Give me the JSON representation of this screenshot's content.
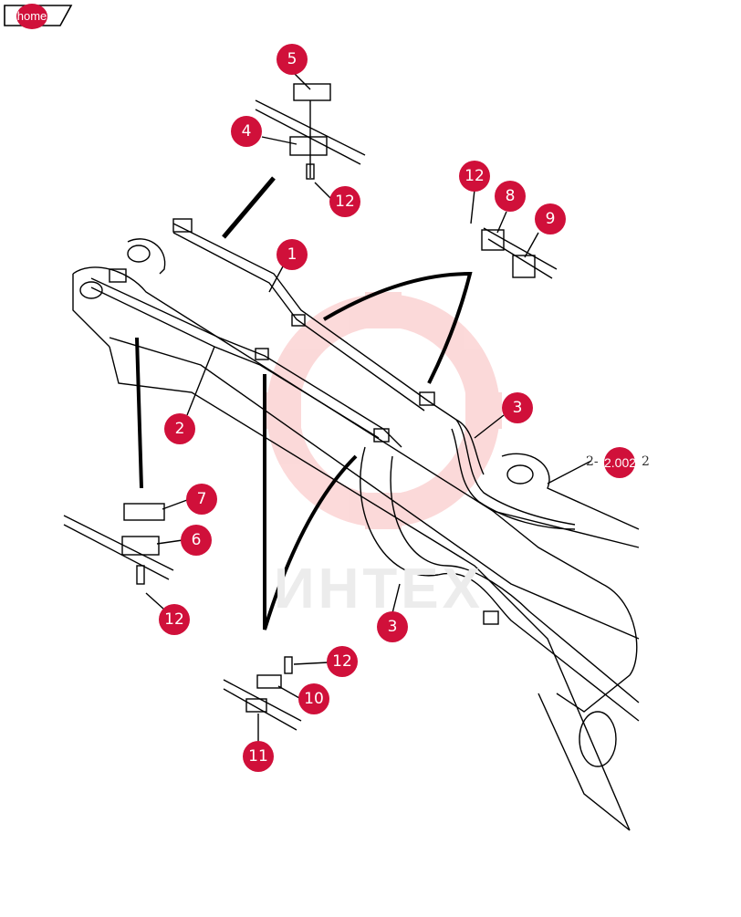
{
  "home": {
    "label": "home"
  },
  "watermark": "ИНТЕХ",
  "reference": {
    "text_left": "2-",
    "badge": "2.002",
    "text_right": "2"
  },
  "callouts": [
    {
      "id": "c5",
      "label": "5"
    },
    {
      "id": "c4",
      "label": "4"
    },
    {
      "id": "c12a",
      "label": "12"
    },
    {
      "id": "c12b",
      "label": "12"
    },
    {
      "id": "c8",
      "label": "8"
    },
    {
      "id": "c9",
      "label": "9"
    },
    {
      "id": "c1",
      "label": "1"
    },
    {
      "id": "c3a",
      "label": "3"
    },
    {
      "id": "c2",
      "label": "2"
    },
    {
      "id": "c7",
      "label": "7"
    },
    {
      "id": "c6",
      "label": "6"
    },
    {
      "id": "c12c",
      "label": "12"
    },
    {
      "id": "c3b",
      "label": "3"
    },
    {
      "id": "c12d",
      "label": "12"
    },
    {
      "id": "c10",
      "label": "10"
    },
    {
      "id": "c11",
      "label": "11"
    }
  ]
}
